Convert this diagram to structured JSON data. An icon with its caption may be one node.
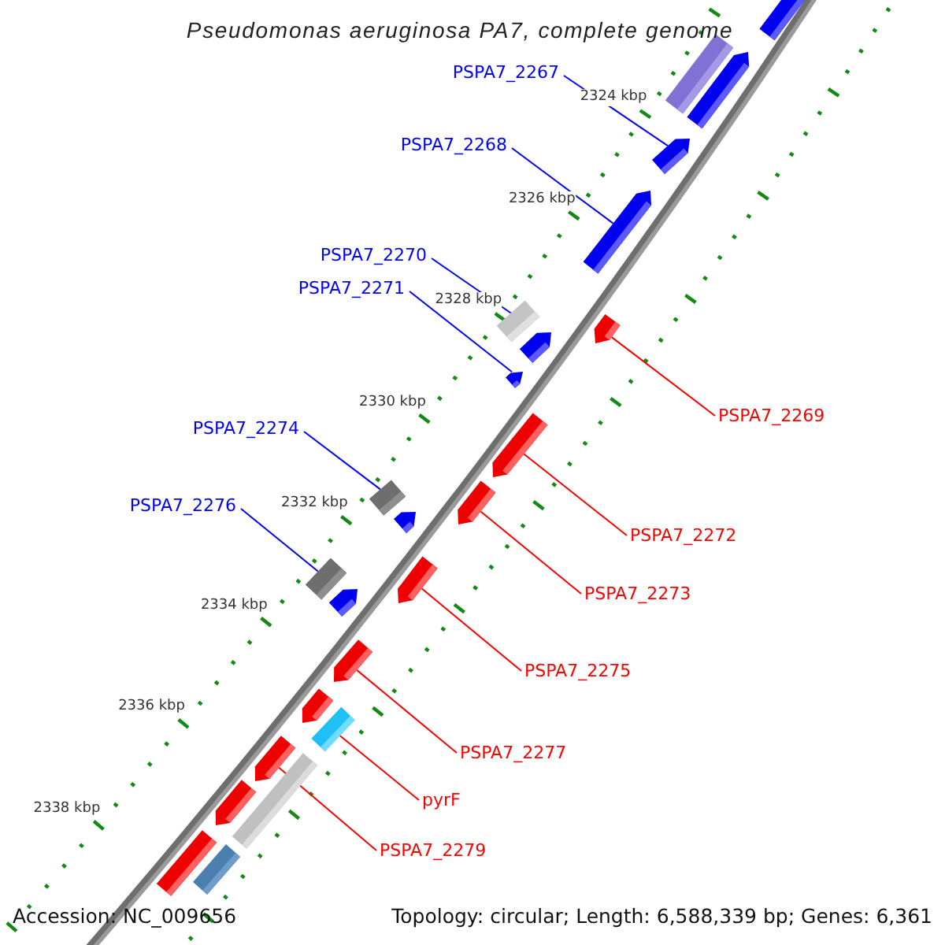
{
  "diagram": {
    "title": "Pseudomonas aeruginosa PA7, complete genome",
    "nodes": [
      {
        "text": [
          "PSPA7_2267"
        ]
      },
      {
        "text": [
          "PSPA7_2268"
        ]
      },
      {
        "text": [
          "PSPA7_2270"
        ]
      },
      {
        "text": [
          "PSPA7_2271"
        ]
      },
      {
        "text": [
          "PSPA7_2269"
        ]
      },
      {
        "text": [
          "PSPA7_2274"
        ]
      },
      {
        "text": [
          "PSPA7_2276"
        ]
      },
      {
        "text": [
          "PSPA7_2272"
        ]
      },
      {
        "text": [
          "PSPA7_2273"
        ]
      },
      {
        "text": [
          "PSPA7_2275"
        ]
      },
      {
        "text": [
          "PSPA7_2277"
        ]
      },
      {
        "text": [
          "pyrF"
        ]
      },
      {
        "text": [
          "PSPA7_2279"
        ]
      },
      {
        "text": [],
        "shape": "arrow"
      },
      {
        "text": [],
        "shape": "box"
      },
      {
        "text": [],
        "shape": "arrow"
      },
      {
        "text": [],
        "shape": "arrow"
      },
      {
        "text": [],
        "shape": "arrow"
      },
      {
        "text": [],
        "shape": "box"
      },
      {
        "text": [],
        "shape": "arrow"
      },
      {
        "text": [],
        "shape": "arrow"
      },
      {
        "text": [],
        "shape": "arrow"
      },
      {
        "text": [],
        "shape": "arrow"
      },
      {
        "text": [],
        "shape": "box"
      },
      {
        "text": [],
        "shape": "arrow"
      },
      {
        "text": [],
        "shape": "arrow"
      },
      {
        "text": [],
        "shape": "box"
      },
      {
        "text": [],
        "shape": "arrow"
      },
      {
        "text": [],
        "shape": "arrow"
      },
      {
        "text": [],
        "shape": "arrow"
      },
      {
        "text": [],
        "shape": "arrow"
      },
      {
        "text": [],
        "shape": "box"
      },
      {
        "text": [],
        "shape": "arrow"
      },
      {
        "text": [],
        "shape": "box"
      },
      {
        "text": [],
        "shape": "arrow"
      },
      {
        "text": [],
        "shape": "box"
      },
      {
        "text": [],
        "shape": "box"
      }
    ],
    "edges": [
      {
        "from": 0,
        "to": 16,
        "arrow": "none",
        "color": "#0000ff"
      },
      {
        "from": 1,
        "to": 17,
        "arrow": "none",
        "color": "#0000ff"
      },
      {
        "from": 2,
        "to": 18,
        "arrow": "none",
        "color": "#0000ff"
      },
      {
        "from": 3,
        "to": 21,
        "arrow": "none",
        "color": "#0000ff"
      },
      {
        "from": 4,
        "to": 19,
        "arrow": "none"
      },
      {
        "from": 5,
        "to": 23,
        "arrow": "none",
        "color": "#0000ff"
      },
      {
        "from": 6,
        "to": 26,
        "arrow": "none",
        "color": "#0000ff"
      },
      {
        "from": 7,
        "to": 22,
        "arrow": "none"
      },
      {
        "from": 8,
        "to": 24,
        "arrow": "none"
      },
      {
        "from": 9,
        "to": 27,
        "arrow": "none"
      },
      {
        "from": 10,
        "to": 29,
        "arrow": "none"
      },
      {
        "from": 11,
        "to": 31,
        "arrow": "none"
      },
      {
        "from": 12,
        "to": 32,
        "arrow": "none"
      }
    ],
    "labels": [
      "2324 kbp",
      "2326 kbp",
      "2328 kbp",
      "2330 kbp",
      "2332 kbp",
      "2334 kbp",
      "2336 kbp",
      "2338 kbp",
      "Accession: NC_009656",
      "Topology: circular; Length: 6,588,339 bp; Genes: 6,361"
    ]
  }
}
